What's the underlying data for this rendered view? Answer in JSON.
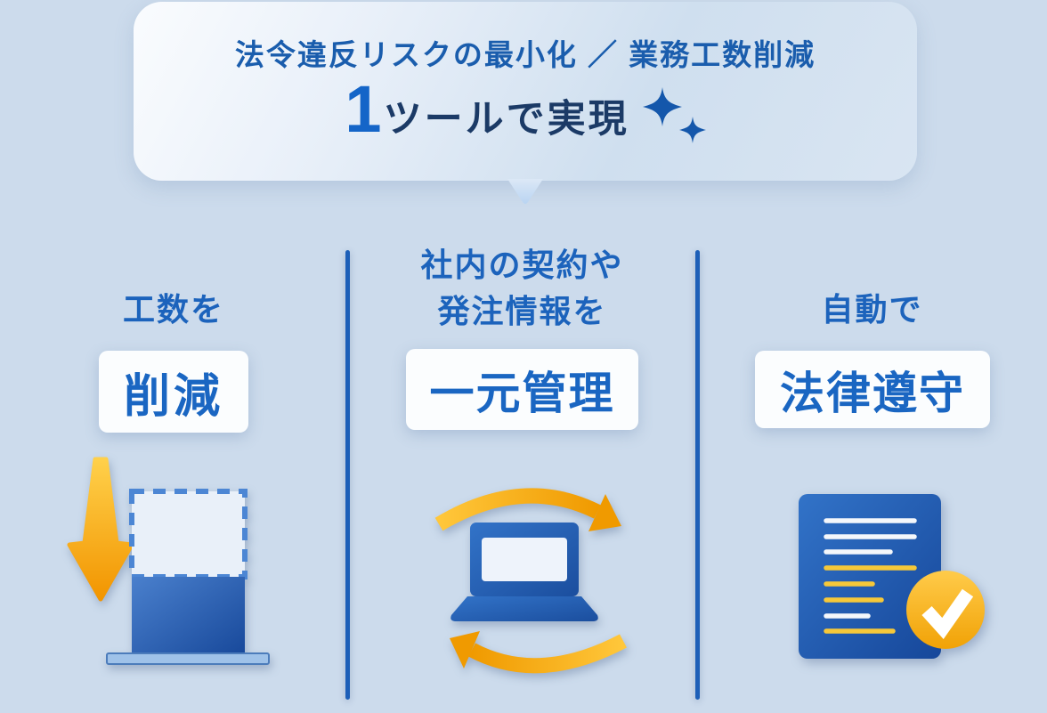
{
  "banner": {
    "subtitle": "法令違反リスクの最小化 ／ 業務工数削減",
    "headline_prefix": "1",
    "headline_text": "ツールで実現",
    "sparkles_icon": "sparkles-icon"
  },
  "columns": [
    {
      "label_lines": [
        "工数を"
      ],
      "keyword": "削減",
      "icon": "shrink-arrow-container-icon"
    },
    {
      "label_lines": [
        "社内の契約や",
        "発注情報を"
      ],
      "keyword": "一元管理",
      "icon": "laptop-sync-arrows-icon"
    },
    {
      "label_lines": [
        "自動で"
      ],
      "keyword": "法律遵守",
      "icon": "document-checkmark-icon"
    }
  ],
  "colors": {
    "background": "#ccdbec",
    "bubble_subtitle_blue": "#1a5dad",
    "headline_number_blue": "#1465c8",
    "headline_navy": "#1b3a66",
    "label_blue": "#1c63bc",
    "keyword_blue": "#1a66c2",
    "divider_blue": "#1d5fb8",
    "accent_orange": "#f5a512",
    "accent_yellow": "#ffc940",
    "icon_blue_dark": "#1b4e9e",
    "icon_blue_light": "#4a80cd"
  }
}
